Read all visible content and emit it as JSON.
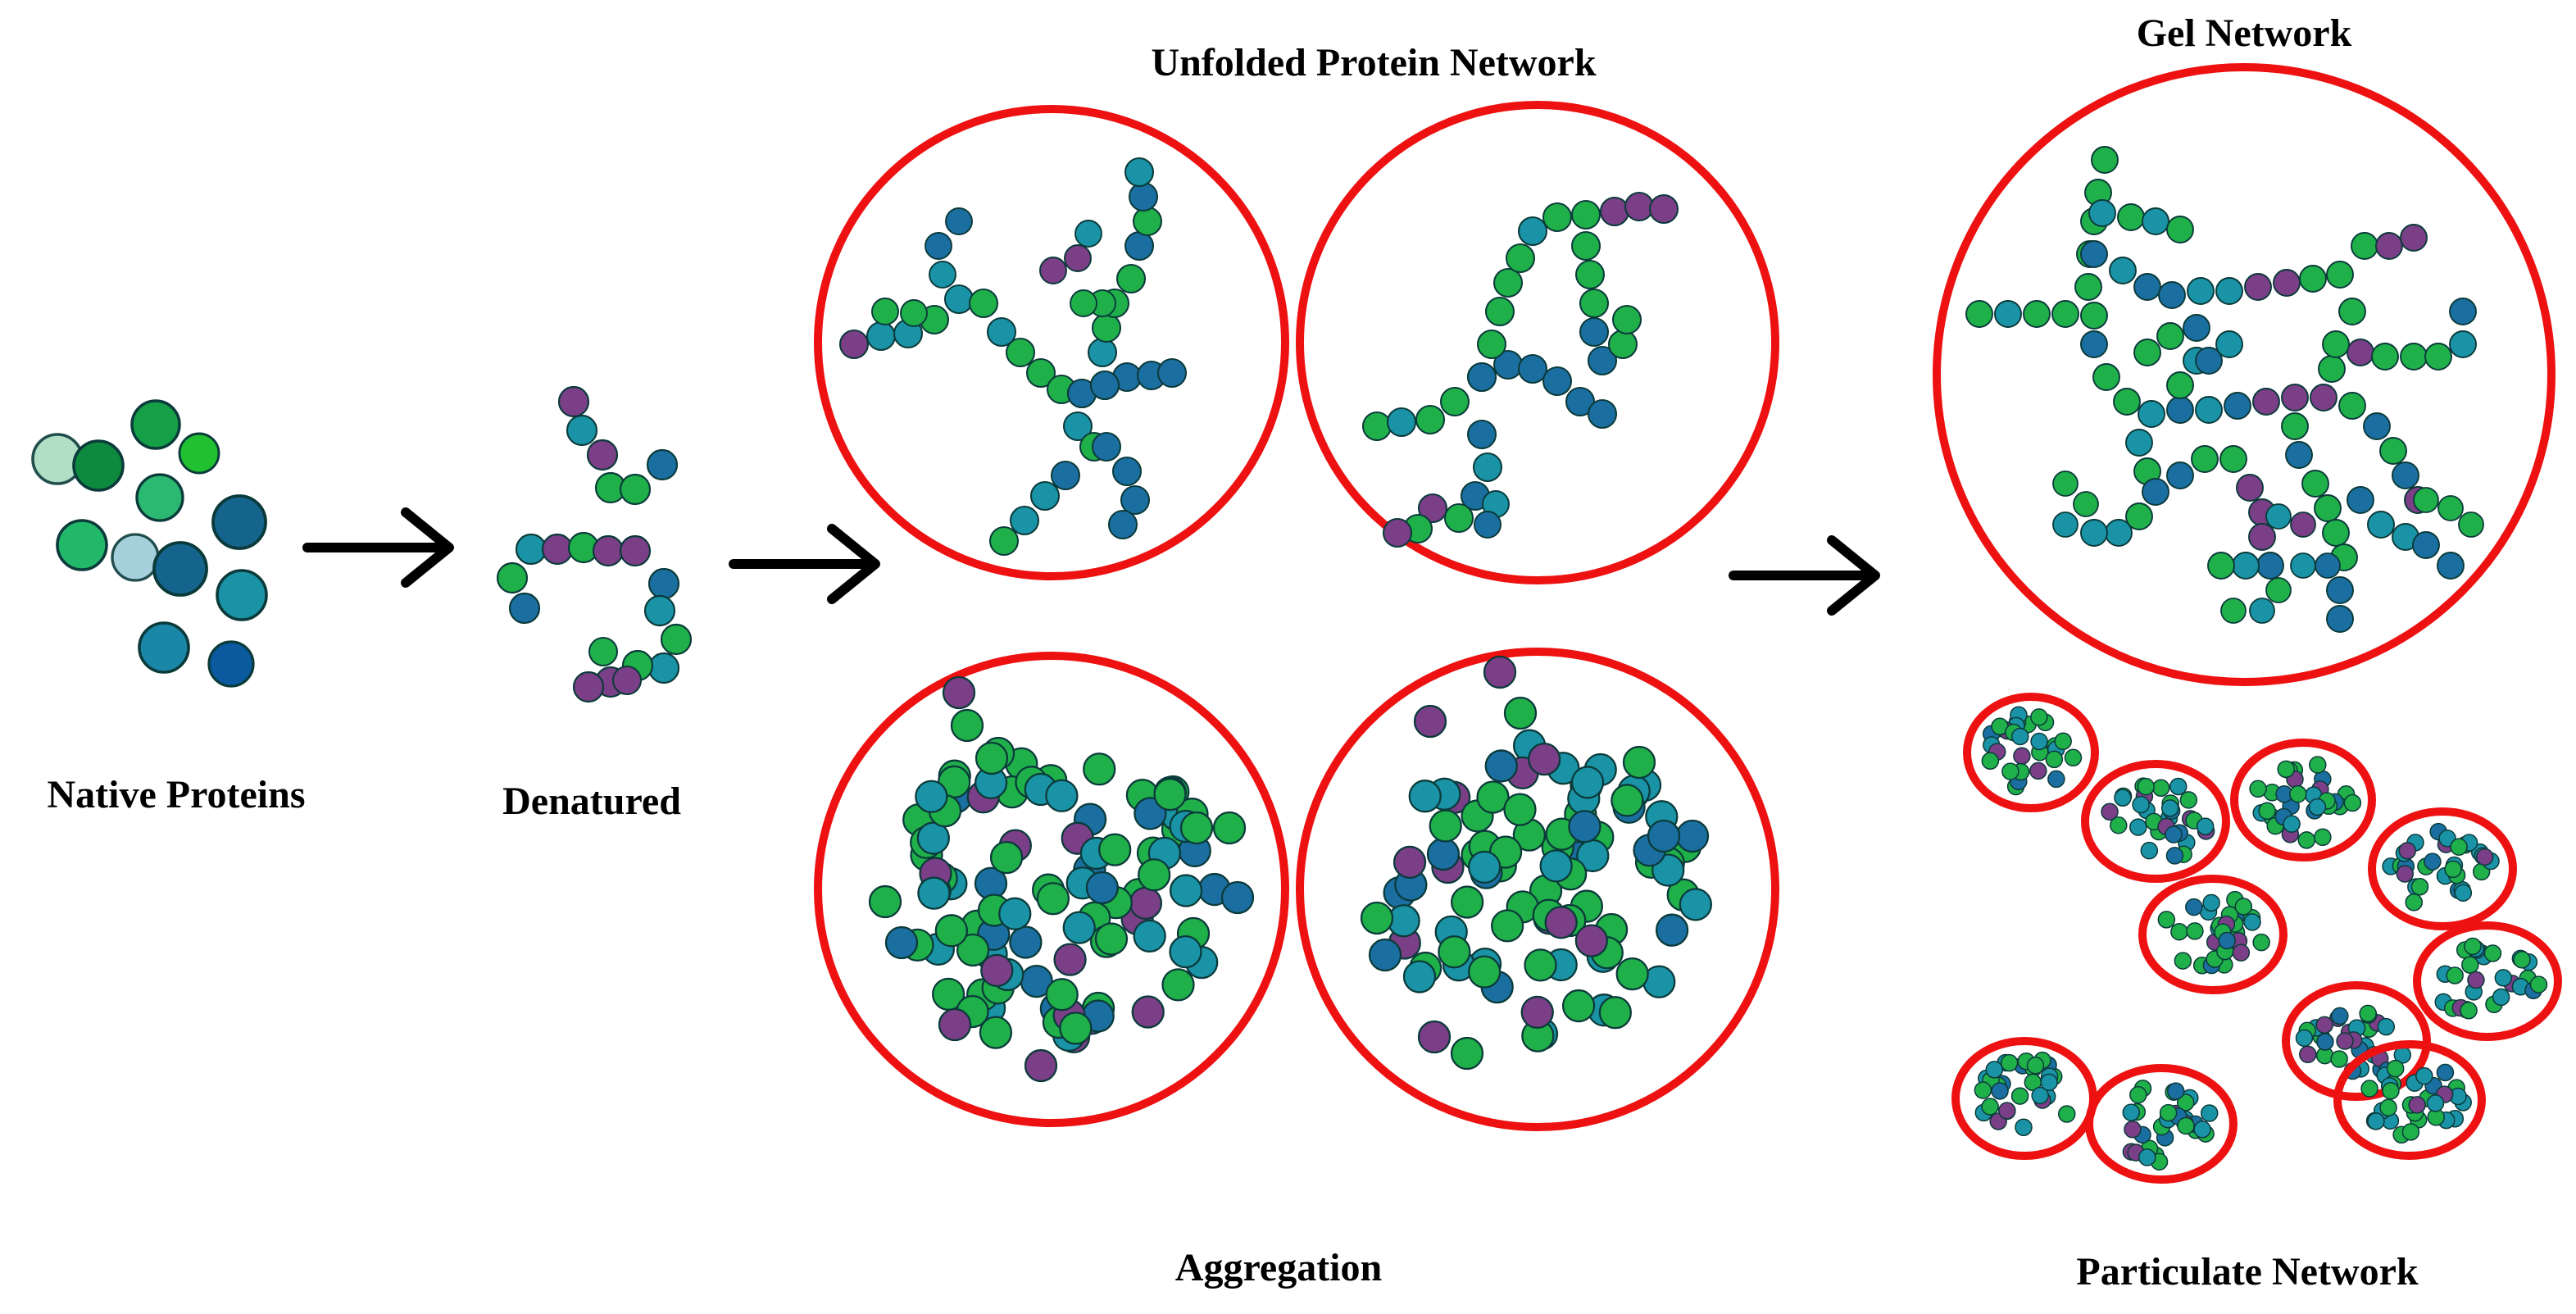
{
  "labels": {
    "native": "Native Proteins",
    "denatured": "Denatured",
    "unfolded": "Unfolded Protein Network",
    "aggregation": "Aggregation",
    "gel": "Gel Network",
    "particulate": "Particulate Network"
  },
  "colors": {
    "green": "#1fb04a",
    "teal": "#1a93a6",
    "blue": "#1b6fa0",
    "purple": "#7a3f86",
    "ring": "#ee1111",
    "arrow": "#000000"
  }
}
